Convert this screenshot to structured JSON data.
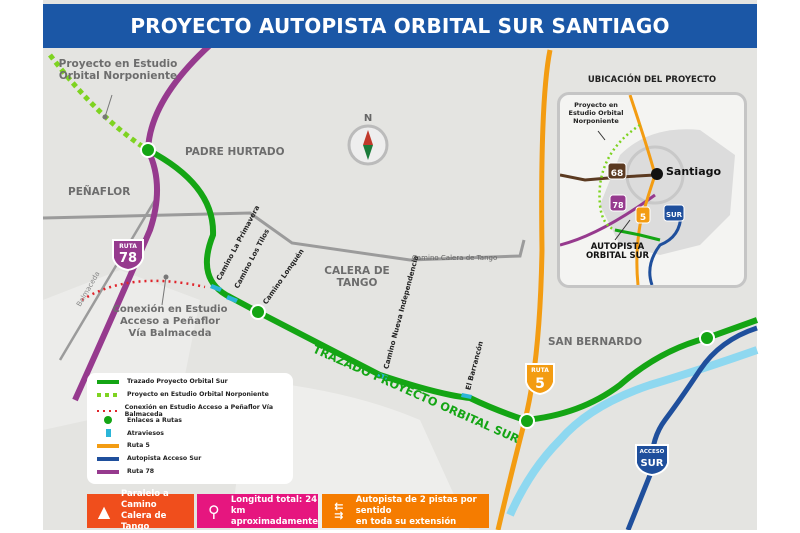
{
  "header": {
    "title": "PROYECTO AUTOPISTA ORBITAL SUR SANTIAGO"
  },
  "colors": {
    "title_bg": "#1b57a6",
    "orbital": "#14a514",
    "norponiente": "#7ed321",
    "balmaceda": "#e0242b",
    "ruta5": "#f39c12",
    "acceso_sur": "#1f4f9c",
    "ruta78": "#963a8e",
    "atraviesos": "#2bb5d8"
  },
  "map": {
    "places": [
      "PADRE HURTADO",
      "PEÑAFLOR",
      "CALERA DE TANGO",
      "SAN BERNARDO"
    ],
    "callouts": {
      "norponiente": "Proyecto en Estudio Orbital Norponiente",
      "balmaceda": "Conexión en Estudio Acceso a Peñaflor Vía Balmaceda",
      "trazado": "TRAZADO PROYECTO ORBITAL SUR"
    },
    "roads": {
      "calera": "Camino Calera de Tango",
      "balmaceda": "Balmaceda",
      "primavera": "Camino La Primavera",
      "tilos": "Camino Los Tilos",
      "lonquen": "Camino Lonquén",
      "nueva_independencia": "Camino Nueva Independencia",
      "barrancon": "El Barrancón"
    },
    "shields": {
      "ruta": "RUTA",
      "r78": "78",
      "r5": "5",
      "acceso": "ACCESO",
      "sur": "SUR"
    },
    "compass": "N"
  },
  "inset": {
    "title": "UBICACIÓN DEL PROYECTO",
    "city": "Santiago",
    "norponiente": "Proyecto en Estudio Orbital Norponiente",
    "orbital": "AUTOPISTA ORBITAL SUR",
    "shields": {
      "r68": "68",
      "r78": "78",
      "r5": "5",
      "sur": "SUR"
    }
  },
  "legend": [
    {
      "label": "Trazado Proyecto Orbital Sur",
      "icon": "solid-green-line"
    },
    {
      "label": "Proyecto en Estudio Orbital Norponiente",
      "icon": "dashed-lightgreen-line"
    },
    {
      "label": "Conexión en Estudio Acceso a Peñaflor Vía Balmaceda",
      "icon": "dotted-red-line"
    },
    {
      "label": "Enlaces a Rutas",
      "icon": "green-dot"
    },
    {
      "label": "Atraviesos",
      "icon": "atravieso-icon"
    },
    {
      "label": "Ruta 5",
      "icon": "orange-line"
    },
    {
      "label": "Autopista Acceso Sur",
      "icon": "blue-line"
    },
    {
      "label": "Ruta 78",
      "icon": "purple-line"
    }
  ],
  "info_boxes": [
    {
      "text1": "Paralelo a Camino",
      "text2": "Calera de Tango",
      "icon": "road-icon",
      "color": "#f04e1c"
    },
    {
      "text1": "Longitud total: 24 km",
      "text2": "aproximadamente",
      "icon": "route-pin-icon",
      "color": "#e6167f"
    },
    {
      "text1": "Autopista de 2 pistas por sentido",
      "text2": "en toda su extensión",
      "icon": "lanes-arrows-icon",
      "color": "#f57c00"
    }
  ]
}
